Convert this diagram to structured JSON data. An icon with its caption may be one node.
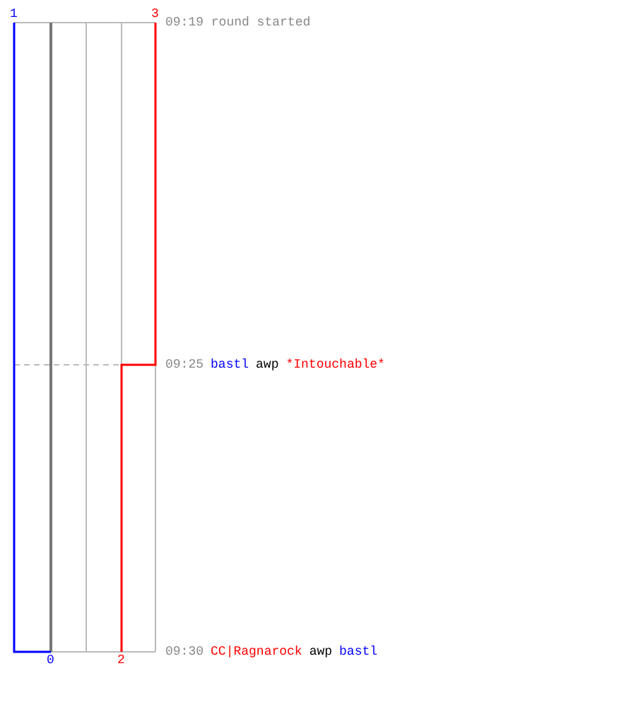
{
  "diagram": {
    "labels": [
      "1",
      "3",
      "09:19 round started",
      "09:25",
      "bastl",
      "awp",
      "*Intouchable*",
      "09:30",
      "CC|Ragnarock",
      "awp",
      "bastl",
      "0",
      "2"
    ]
  }
}
